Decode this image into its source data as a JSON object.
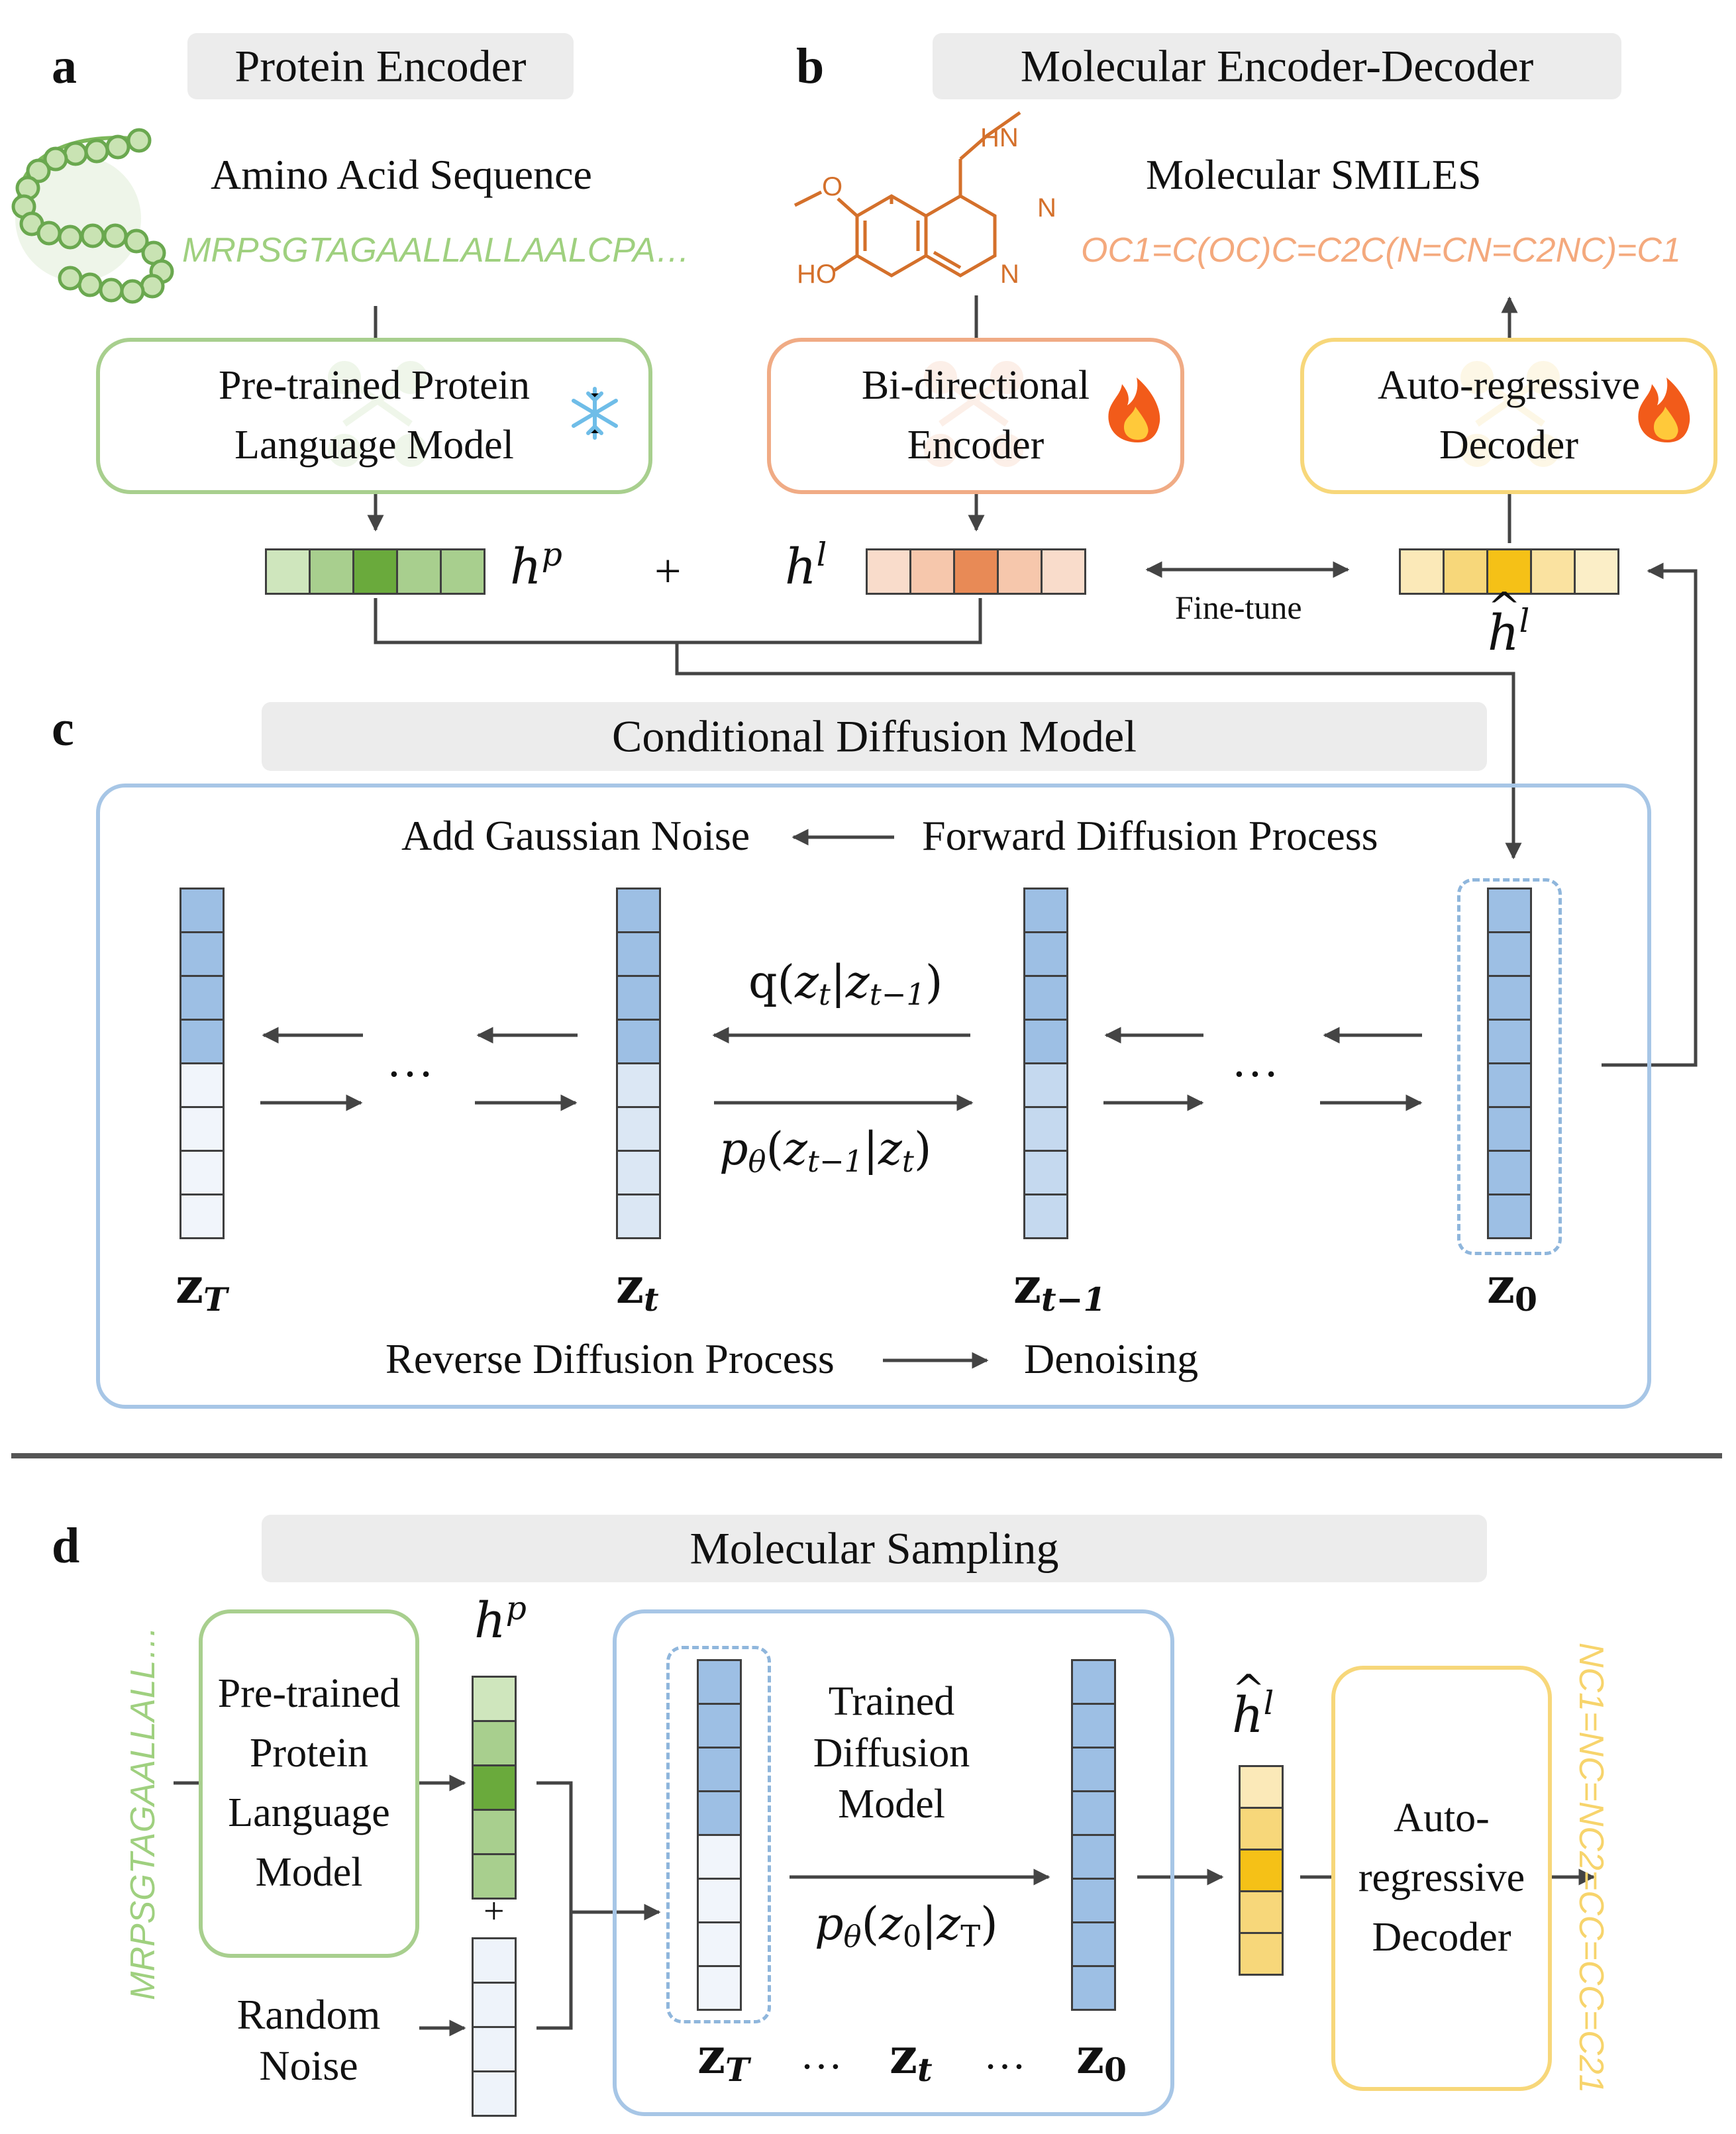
{
  "panels": {
    "a": {
      "letter": "a",
      "title": "Protein Encoder",
      "sequence_label": "Amino Acid Sequence",
      "sequence": "MRPSGTAGAALLALLAALCPA…",
      "model": "Pre-trained Protein Language Model",
      "model_icon": "snowflake-icon",
      "embedding": "h^p"
    },
    "b": {
      "letter": "b",
      "title": "Molecular Encoder-Decoder",
      "smiles_label": "Molecular SMILES",
      "smiles": "OC1=C(OC)C=C2C(N=CN=C2NC)=C1",
      "encoder": "Bi-directional Encoder",
      "decoder": "Auto-regressive Decoder",
      "trainable_icon": "flame-icon",
      "encoder_embedding": "h^l",
      "decoder_embedding": "ĥ^l",
      "finetune": "Fine-tune",
      "plus": "+",
      "atoms": {
        "amine": "HN",
        "methoxy_o": "O",
        "hydroxyl": "HO",
        "n1": "N",
        "n2": "N"
      }
    },
    "c": {
      "letter": "c",
      "title": "Conditional Diffusion Model",
      "forward_left": "Add Gaussian Noise",
      "forward_right": "Forward Diffusion Process",
      "reverse_left": "Reverse Diffusion Process",
      "reverse_right": "Denoising",
      "q_label": "q(z_t|z_{t−1})",
      "p_label": "p_θ(z_{t−1}|z_t)",
      "ellipsis": "…",
      "states": [
        "z_T",
        "z_t",
        "z_{t−1}",
        "z_0"
      ]
    },
    "d": {
      "letter": "d",
      "title": "Molecular Sampling",
      "sequence": "MRPSGTAGAALLALL…",
      "model": "Pre-trained Protein Language Model",
      "noise": "Random Noise",
      "diffusion": "Trained Diffusion Model",
      "p_label": "p_θ(z_0|z_T)",
      "decoder": "Auto-regressive Decoder",
      "output": "NC1=NC=NC2=CC=CC=C21",
      "embedding": "h^p",
      "latent": "ĥ^l",
      "plus": "+",
      "states": [
        "z_T",
        "z_t",
        "z_0"
      ],
      "ellipsis": "…"
    }
  },
  "colors": {
    "protein_green": "#a8cf8e",
    "protein_dark": "#6aaa3c",
    "ligand_orange": "#f0ab85",
    "ligand_dark": "#e88a56",
    "decoder_yellow": "#f7d77a",
    "decoder_dark": "#f5c117",
    "diffusion_blue": "#9dbfe4",
    "diffusion_dark": "#7aa7dc",
    "noise_light": "#eef3fa",
    "header_gray": "#ececec",
    "smiles_text": "#f4a97d",
    "sequence_text": "#9fd07f",
    "output_text": "#f7d46c"
  }
}
